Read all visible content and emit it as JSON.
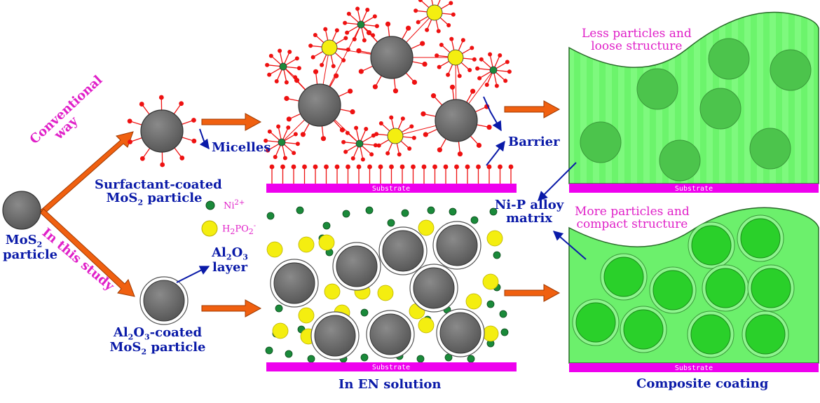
{
  "labels": {
    "mos2": "MoS",
    "mos2_sub": "2",
    "particle": "particle",
    "conventional": "Conventional",
    "way": "way",
    "in_this_study": "In this study",
    "surfactant_line1": "Surfactant-coated",
    "surfactant_mos": "MoS",
    "surfactant_sub": "2",
    "surfactant_particle": " particle",
    "micelles": "Micelles",
    "barrier": "Barrier",
    "ni": "Ni",
    "ni_charge": "2+",
    "h2po2_h": "H",
    "h2po2_2a": "2",
    "h2po2_po": "PO",
    "h2po2_2b": "2",
    "h2po2_charge": "-",
    "al2o3_al": "Al",
    "al2o3_2": "2",
    "al2o3_o": "O",
    "al2o3_3": "3",
    "layer": "layer",
    "al_coated_al": "Al",
    "al_coated_2": "2",
    "al_coated_o": "O",
    "al_coated_3": "3",
    "al_coated_rest": "-coated",
    "al_coated_mos": "MoS",
    "al_coated_mos_sub": "2",
    "al_coated_particle": " particle",
    "nip_line1": "Ni-P alloy",
    "nip_line2": "matrix",
    "less_line1": "Less particles and",
    "less_line2": "loose structure",
    "more_line1": "More particles and",
    "more_line2": "compact structure",
    "en_solution": "In EN solution",
    "composite": "Composite coating",
    "substrate": "Substrate"
  },
  "colors": {
    "navy": "#0a1aa8",
    "pink": "#e020c8",
    "substrate": "#ee00ee",
    "orange_arrow": "#f06010",
    "particle_gray": "#6a6a6a",
    "surfactant_red": "#ee1111",
    "ni_green": "#1a8a3a",
    "h2po2_yellow": "#f4ee10",
    "coating_green": "#66f066"
  },
  "icons": [
    "mos2-particle-icon",
    "surfactant-micelle-icon",
    "ni-ion-icon",
    "h2po2-ion-icon",
    "al2o3-coated-particle-icon"
  ]
}
